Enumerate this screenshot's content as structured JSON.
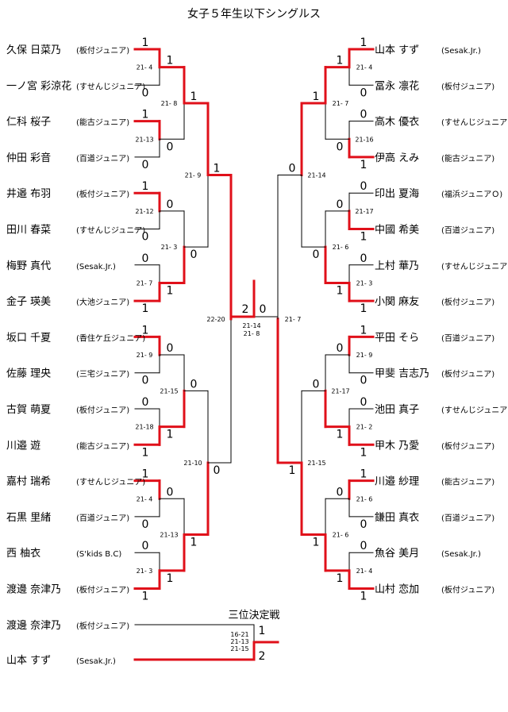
{
  "title": "女子５年生以下シングルス",
  "third_title": "三位決定戦",
  "colors": {
    "win": "#e0101a",
    "line": "#000000",
    "bg": "#ffffff"
  },
  "left_players": [
    {
      "name": "久保 日菜乃",
      "team": "(板付ジュニア)"
    },
    {
      "name": "一ノ宮 彩涼花",
      "team": "(すせんじジュニア)"
    },
    {
      "name": "仁科 桜子",
      "team": "(能古ジュニア)"
    },
    {
      "name": "仲田 彩音",
      "team": "(百道ジュニア)"
    },
    {
      "name": "井邉 布羽",
      "team": "(板付ジュニア)"
    },
    {
      "name": "田川 春菜",
      "team": "(すせんじジュニア)"
    },
    {
      "name": "梅野 真代",
      "team": "(Sesak.Jr.)"
    },
    {
      "name": "金子 瑛美",
      "team": "(大池ジュニア)"
    },
    {
      "name": "坂口 千夏",
      "team": "(香住ケ丘ジュニア)"
    },
    {
      "name": "佐藤 理央",
      "team": "(三宅ジュニア)"
    },
    {
      "name": "古賀 萌夏",
      "team": "(板付ジュニア)"
    },
    {
      "name": "川邉 遊",
      "team": "(能古ジュニア)"
    },
    {
      "name": "嘉村 瑞希",
      "team": "(すせんじジュニア)"
    },
    {
      "name": "石黒 里緒",
      "team": "(百道ジュニア)"
    },
    {
      "name": "西 柚衣",
      "team": "(S'kids B.C)"
    },
    {
      "name": "渡邊 奈津乃",
      "team": "(板付ジュニア)"
    }
  ],
  "right_players": [
    {
      "name": "山本 すず",
      "team": "(Sesak.Jr.)"
    },
    {
      "name": "冨永 凛花",
      "team": "(板付ジュニア)"
    },
    {
      "name": "高木 優衣",
      "team": "(すせんじジュニア)"
    },
    {
      "name": "伊高 えみ",
      "team": "(能古ジュニア)"
    },
    {
      "name": "印出 夏海",
      "team": "(福浜ジュニアＯ)"
    },
    {
      "name": "中國 希美",
      "team": "(百道ジュニア)"
    },
    {
      "name": "上村 華乃",
      "team": "(すせんじジュニア)"
    },
    {
      "name": "小関 麻友",
      "team": "(板付ジュニア)"
    },
    {
      "name": "平田 そら",
      "team": "(百道ジュニア)"
    },
    {
      "name": "甲斐 吉志乃",
      "team": "(板付ジュニア)"
    },
    {
      "name": "池田 真子",
      "team": "(すせんじジュニア)"
    },
    {
      "name": "甲木 乃愛",
      "team": "(板付ジュニア)"
    },
    {
      "name": "川邉 紗理",
      "team": "(能古ジュニア)"
    },
    {
      "name": "鎌田 真衣",
      "team": "(百道ジュニア)"
    },
    {
      "name": "魚谷 美月",
      "team": "(Sesak.Jr.)"
    },
    {
      "name": "山村 恋加",
      "team": "(板付ジュニア)"
    }
  ],
  "left_r1": [
    {
      "scores": [
        "1",
        "0"
      ],
      "winner": 0,
      "game": "21- 4"
    },
    {
      "scores": [
        "1",
        "0"
      ],
      "winner": 0,
      "game": "21-13"
    },
    {
      "scores": [
        "1",
        "0"
      ],
      "winner": 0,
      "game": "21-12"
    },
    {
      "scores": [
        "0",
        "1"
      ],
      "winner": 1,
      "game": "21- 7"
    },
    {
      "scores": [
        "1",
        "0"
      ],
      "winner": 0,
      "game": "21- 9"
    },
    {
      "scores": [
        "0",
        "1"
      ],
      "winner": 1,
      "game": "21-18"
    },
    {
      "scores": [
        "1",
        "0"
      ],
      "winner": 0,
      "game": "21- 4"
    },
    {
      "scores": [
        "0",
        "1"
      ],
      "winner": 1,
      "game": "21- 3"
    }
  ],
  "left_r2": [
    {
      "scores": [
        "1",
        "0"
      ],
      "winner": 0,
      "game": "21- 8"
    },
    {
      "scores": [
        "0",
        "1"
      ],
      "winner": 1,
      "game": "21- 3"
    },
    {
      "scores": [
        "0",
        "1"
      ],
      "winner": 1,
      "game": "21-15"
    },
    {
      "scores": [
        "0",
        "1"
      ],
      "winner": 1,
      "game": "21-13"
    }
  ],
  "left_r3": [
    {
      "scores": [
        "1",
        "0"
      ],
      "winner": 0,
      "game": "21- 9"
    },
    {
      "scores": [
        "0",
        "1"
      ],
      "winner": 1,
      "game": "21-10"
    }
  ],
  "left_r4": {
    "scores": [
      "1",
      "0"
    ],
    "winner": 0,
    "game": "22-20"
  },
  "right_r1": [
    {
      "scores": [
        "1",
        "0"
      ],
      "winner": 0,
      "game": "21- 4"
    },
    {
      "scores": [
        "0",
        "1"
      ],
      "winner": 1,
      "game": "21-16"
    },
    {
      "scores": [
        "0",
        "1"
      ],
      "winner": 1,
      "game": "21-17"
    },
    {
      "scores": [
        "0",
        "1"
      ],
      "winner": 1,
      "game": "21- 3"
    },
    {
      "scores": [
        "1",
        "0"
      ],
      "winner": 0,
      "game": "21- 9"
    },
    {
      "scores": [
        "0",
        "1"
      ],
      "winner": 1,
      "game": "21- 2"
    },
    {
      "scores": [
        "1",
        "0"
      ],
      "winner": 0,
      "game": "21- 6"
    },
    {
      "scores": [
        "0",
        "1"
      ],
      "winner": 1,
      "game": "21- 4"
    }
  ],
  "right_r2": [
    {
      "scores": [
        "1",
        "0"
      ],
      "winner": 0,
      "game": "21- 7"
    },
    {
      "scores": [
        "0",
        "1"
      ],
      "winner": 1,
      "game": "21- 6"
    },
    {
      "scores": [
        "0",
        "1"
      ],
      "winner": 1,
      "game": "21-17"
    },
    {
      "scores": [
        "0",
        "1"
      ],
      "winner": 1,
      "game": "21- 6"
    }
  ],
  "right_r3": [
    {
      "scores": [
        "1",
        "0"
      ],
      "winner": 0,
      "game": "21-14"
    },
    {
      "scores": [
        "0",
        "1"
      ],
      "winner": 1,
      "game": "21-15"
    }
  ],
  "right_r4": {
    "scores": [
      "0",
      "1"
    ],
    "winner": 1,
    "game": "21- 7"
  },
  "final": {
    "left_score": "2",
    "right_score": "0",
    "game1": "21-14",
    "game2": "21- 8",
    "winner": "left"
  },
  "third_place": {
    "players": [
      {
        "name": "渡邊 奈津乃",
        "team": "(板付ジュニア)",
        "score": "1"
      },
      {
        "name": "山本 すず",
        "team": "(Sesak.Jr.)",
        "score": "2"
      }
    ],
    "winner": 1,
    "games": [
      "16-21",
      "21-13",
      "21-15"
    ]
  }
}
